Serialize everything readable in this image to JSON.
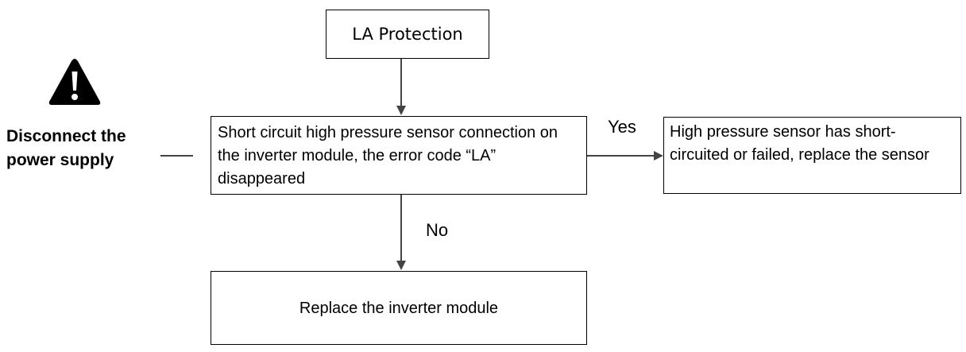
{
  "start_box": {
    "text": "LA Protection"
  },
  "check_box": {
    "text": "Short circuit high pressure sensor connection on the inverter module, the error code “LA” disappeared"
  },
  "yes_box": {
    "text": "High pressure sensor has short-circuited or failed, replace the sensor"
  },
  "no_box": {
    "text": "Replace the inverter module"
  },
  "edges": {
    "yes_label": "Yes",
    "no_label": "No"
  },
  "warning": {
    "icon": "warning-triangle-icon",
    "text": "Disconnect the power supply"
  }
}
